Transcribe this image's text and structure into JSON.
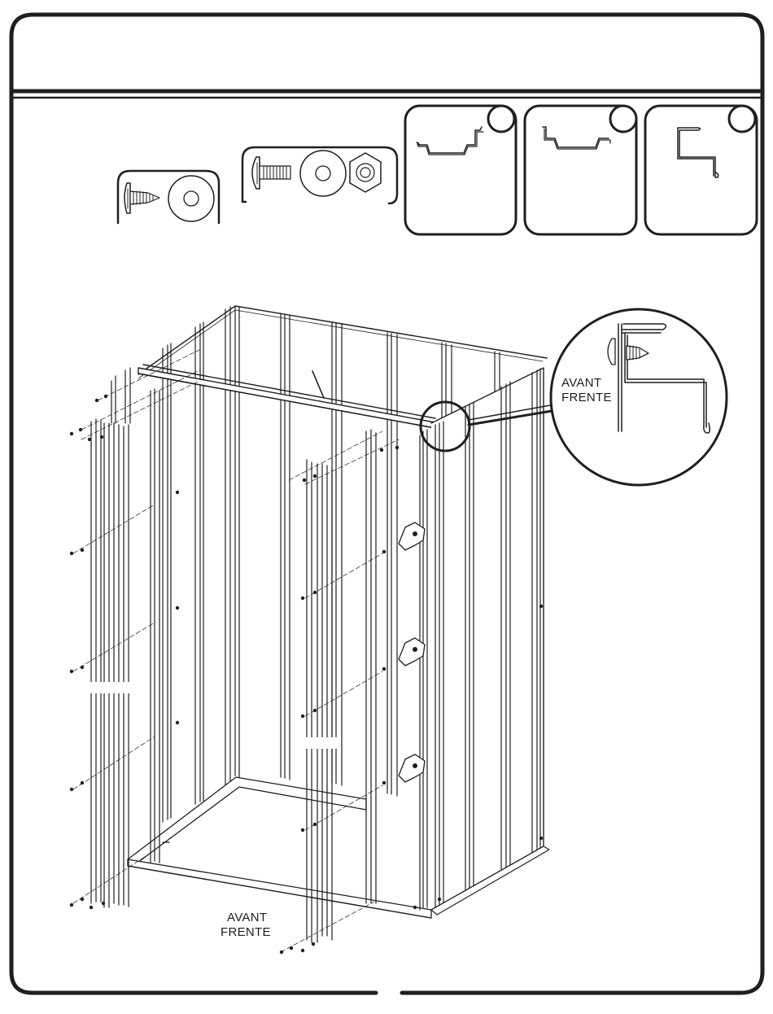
{
  "colors": {
    "line": "#1f1f1f",
    "fill": "#ffffff"
  },
  "hardware": {
    "small_screw_kit": {
      "icons": [
        "self-tapping-screw-icon",
        "washer-icon"
      ]
    },
    "bolt_kit": {
      "icons": [
        "bolt-icon",
        "washer-icon",
        "hex-nut-icon"
      ]
    }
  },
  "parts": [
    {
      "icon": "channel-profile-icon",
      "number": ""
    },
    {
      "icon": "channel-profile-icon",
      "number": ""
    },
    {
      "icon": "z-bracket-profile-icon",
      "number": ""
    }
  ],
  "detail": {
    "label_line1": "AVANT",
    "label_line2": "FRENTE"
  },
  "front": {
    "label_line1": "AVANT",
    "label_line2": "FRENTE"
  }
}
